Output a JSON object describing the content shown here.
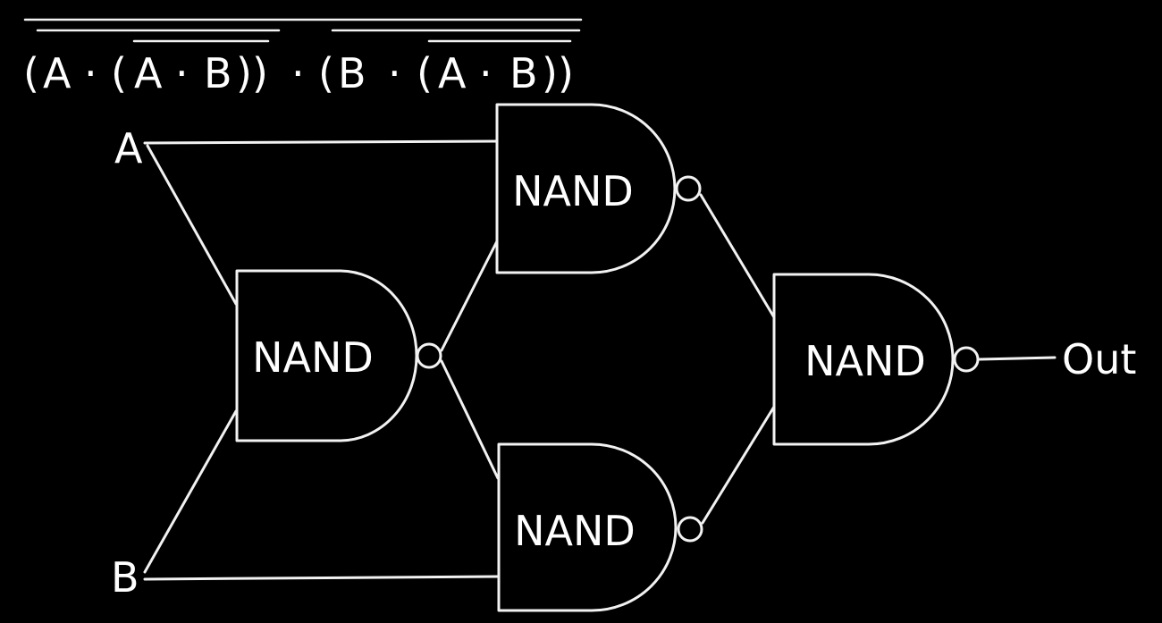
{
  "colors": {
    "background": "#000000",
    "stroke": "#f2f2f2",
    "text": "#ffffff"
  },
  "expression": {
    "open_outer": "(",
    "a1": "A",
    "dot1": "·",
    "open_inner1": "(",
    "a2": "A",
    "dot2": "·",
    "b1": "B",
    "close_inner1": "))",
    "dot_mid": "·",
    "open_outer2": "(",
    "b2": "B",
    "dot3": "·",
    "open_inner2": "(",
    "a3": "A",
    "dot4": "·",
    "b3": "B",
    "close_inner2": "))"
  },
  "inputs": {
    "a": "A",
    "b": "B"
  },
  "output": "Out",
  "gates": [
    {
      "id": "g1",
      "label": "NAND"
    },
    {
      "id": "g2",
      "label": "NAND"
    },
    {
      "id": "g3",
      "label": "NAND"
    },
    {
      "id": "g4",
      "label": "NAND"
    }
  ]
}
